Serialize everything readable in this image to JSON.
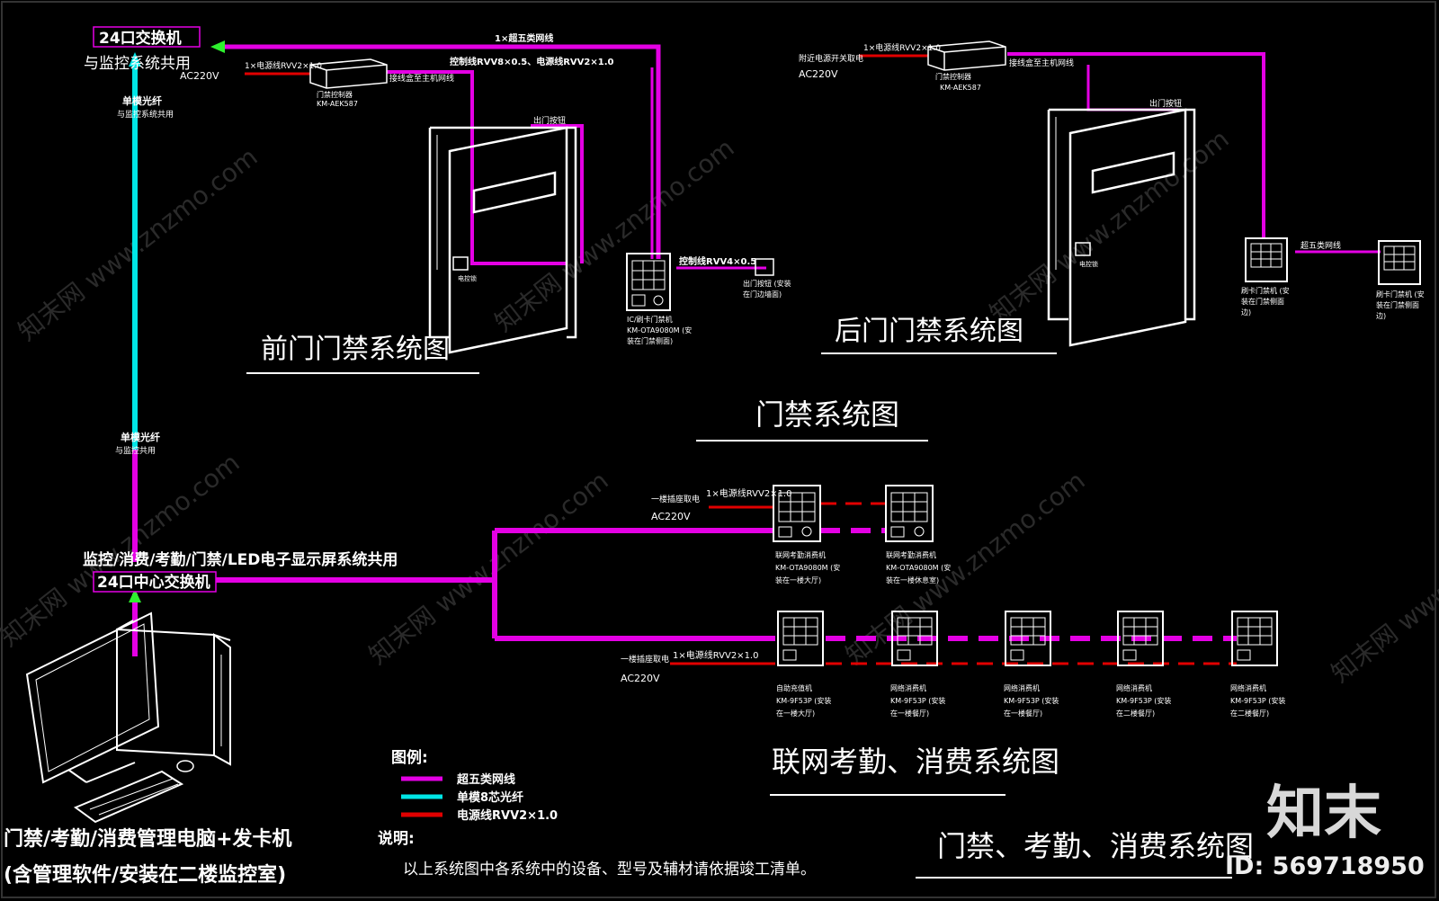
{
  "switches": {
    "top_label": "24口交换机",
    "top_shared": "与监控系统共用",
    "center_shared": "监控/消费/考勤/门禁/LED电子显示屏系统共用",
    "center_label": "24口中心交换机"
  },
  "fiber_notes": {
    "upper_line1": "单模光纤",
    "upper_line2": "与监控系统共用",
    "lower_line1": "单模光纤",
    "lower_line2": "与监控共用"
  },
  "front_door": {
    "title": "前门门禁系统图",
    "cable_top": "1×超五类网线",
    "power_cable": "1×电源线RVV2×1.0",
    "ac_label": "AC220V",
    "cable_mid": "控制线RVV8×0.5、电源线RVV2×1.0",
    "hub_label": "接线盒至主机网线",
    "controller_label": "门禁控制器",
    "controller_model": "KM-AEK587",
    "lock_label": "电控锁",
    "button_label": "出门按钮",
    "reader_cable": "控制线RVV4×0.5",
    "exit_label1": "出门按钮 (安装",
    "exit_label2": "在门边墙面)",
    "reader_label1": "IC/刷卡门禁机",
    "reader_label2": "KM-OTA9080M (安",
    "reader_label3": "装在门禁侧面)"
  },
  "back_door": {
    "title": "后门门禁系统图",
    "power_cable": "1×电源线RVV2×1.0",
    "power_src1": "附近电源开关取电",
    "power_src2": "AC220V",
    "controller_label": "门禁控制器",
    "controller_model": "KM-AEK587",
    "hub_label": "接线盒至主机网线",
    "lock_label": "电控锁",
    "button_label": "出门按钮",
    "link_label": "超五类网线",
    "reader1_line1": "刷卡门禁机 (安",
    "reader1_line2": "装在门禁侧面",
    "reader1_line3": "边)",
    "reader2_line1": "刷卡门禁机 (安",
    "reader2_line2": "装在门禁侧面",
    "reader2_line3": "边)"
  },
  "access_title": "门禁系统图",
  "attendance": {
    "power1_label": "一楼插座取电",
    "power1_cable": "1×电源线RVV2×1.0",
    "power1_ac": "AC220V",
    "term1_line1": "联网考勤消费机",
    "term1_line2": "KM-OTA9080M (安",
    "term1_line3": "装在一楼大厅)",
    "term2_line1": "联网考勤消费机",
    "term2_line2": "KM-OTA9080M (安",
    "term2_line3": "装在一楼休息室)",
    "power2_label": "一楼插座取电",
    "power2_cable": "1×电源线RVV2×1.0",
    "power2_ac": "AC220V",
    "pos": [
      {
        "line1": "自助充值机",
        "line2": "KM-9F53P (安装",
        "line3": "在一楼大厅)"
      },
      {
        "line1": "网络消费机",
        "line2": "KM-9F53P (安装",
        "line3": "在一楼餐厅)"
      },
      {
        "line1": "网络消费机",
        "line2": "KM-9F53P (安装",
        "line3": "在一楼餐厅)"
      },
      {
        "line1": "网络消费机",
        "line2": "KM-9F53P (安装",
        "line3": "在二楼餐厅)"
      },
      {
        "line1": "网络消费机",
        "line2": "KM-9F53P (安装",
        "line3": "在二楼餐厅)"
      }
    ],
    "title": "联网考勤、消费系统图"
  },
  "legend": {
    "title": "图例:",
    "items": [
      {
        "label": "超五类网线",
        "color": "#e400e4"
      },
      {
        "label": "单模8芯光纤",
        "color": "#00e6e6"
      },
      {
        "label": "电源线RVV2×1.0",
        "color": "#e10000"
      }
    ]
  },
  "notes": {
    "title": "说明:",
    "text": "以上系统图中各系统中的设备、型号及辅材请依据竣工清单。"
  },
  "computer": {
    "label1": "门禁/考勤/消费管理电脑+发卡机",
    "label2": "(含管理软件/安装在二楼监控室)"
  },
  "main_title": "门禁、考勤、消费系统图",
  "watermark": {
    "brand": "知末",
    "id": "ID: 569718950",
    "repeat": "知末网 www.znzmo.com"
  },
  "colors": {
    "network": "#e400e4",
    "fiber": "#00e6e6",
    "power": "#e10000",
    "drawing": "#ffffff",
    "background": "#000000"
  }
}
